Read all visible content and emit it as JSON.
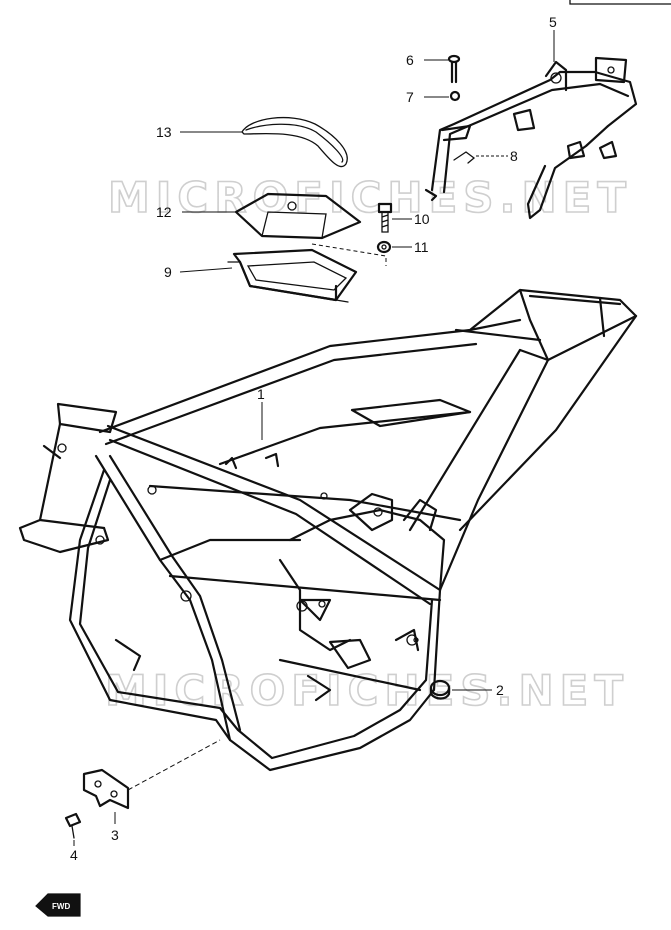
{
  "watermark": "MICROFICHES.NET",
  "direction_label": "FWD",
  "callouts": [
    {
      "id": "1",
      "label": "1"
    },
    {
      "id": "2",
      "label": "2"
    },
    {
      "id": "3",
      "label": "3"
    },
    {
      "id": "4",
      "label": "4"
    },
    {
      "id": "5",
      "label": "5"
    },
    {
      "id": "6",
      "label": "6"
    },
    {
      "id": "7",
      "label": "7"
    },
    {
      "id": "8",
      "label": "8"
    },
    {
      "id": "9",
      "label": "9"
    },
    {
      "id": "10",
      "label": "10"
    },
    {
      "id": "11",
      "label": "11"
    },
    {
      "id": "12",
      "label": "12"
    },
    {
      "id": "13",
      "label": "13"
    }
  ]
}
